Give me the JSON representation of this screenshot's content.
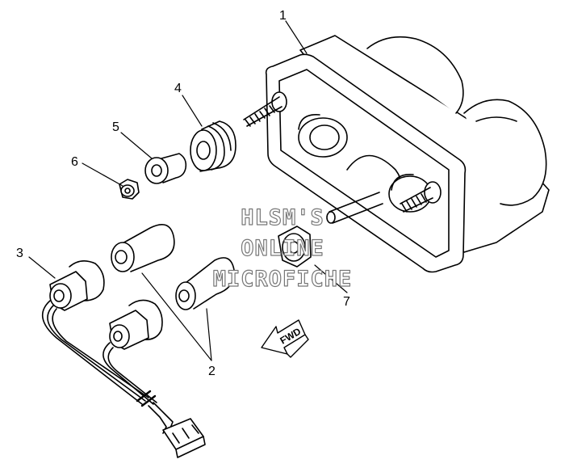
{
  "callouts": {
    "c1": "1",
    "c2": "2",
    "c3": "3",
    "c4": "4",
    "c5": "5",
    "c6": "6",
    "c7": "7"
  },
  "watermark": {
    "line1": "HLSM'S",
    "line2": "ONLINE",
    "line3": "MICROFICHE"
  },
  "direction_arrow": {
    "label": "FWD"
  },
  "colors": {
    "line": "#000000",
    "background": "#ffffff",
    "watermark_outline": "#777777"
  }
}
